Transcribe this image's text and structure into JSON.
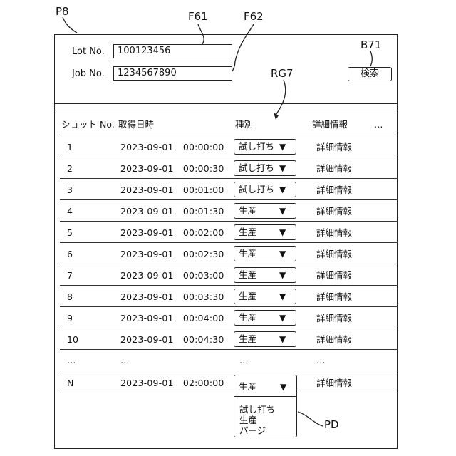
{
  "callouts": {
    "p8": "P8",
    "f61": "F61",
    "f62": "F62",
    "b71": "B71",
    "rg7": "RG7",
    "pd": "PD"
  },
  "form": {
    "lot_label": "Lot No.",
    "lot_value": "100123456",
    "job_label": "Job No.",
    "job_value": "1234567890",
    "search_button": "検索"
  },
  "table": {
    "headers": {
      "shot_no": "ショット No.",
      "datetime": "取得日時",
      "type": "種別",
      "details": "詳細情報",
      "more": "…"
    },
    "rows": [
      {
        "no": "1",
        "datetime": "2023-09-01 00:00:00",
        "type": "試し打ち",
        "details": "詳細情報"
      },
      {
        "no": "2",
        "datetime": "2023-09-01 00:00:30",
        "type": "試し打ち",
        "details": "詳細情報"
      },
      {
        "no": "3",
        "datetime": "2023-09-01 00:01:00",
        "type": "試し打ち",
        "details": "詳細情報"
      },
      {
        "no": "4",
        "datetime": "2023-09-01 00:01:30",
        "type": "生産",
        "details": "詳細情報"
      },
      {
        "no": "5",
        "datetime": "2023-09-01 00:02:00",
        "type": "生産",
        "details": "詳細情報"
      },
      {
        "no": "6",
        "datetime": "2023-09-01 00:02:30",
        "type": "生産",
        "details": "詳細情報"
      },
      {
        "no": "7",
        "datetime": "2023-09-01 00:03:00",
        "type": "生産",
        "details": "詳細情報"
      },
      {
        "no": "8",
        "datetime": "2023-09-01 00:03:30",
        "type": "生産",
        "details": "詳細情報"
      },
      {
        "no": "9",
        "datetime": "2023-09-01 00:04:00",
        "type": "生産",
        "details": "詳細情報"
      },
      {
        "no": "10",
        "datetime": "2023-09-01 00:04:30",
        "type": "生産",
        "details": "詳細情報"
      }
    ],
    "ellipsis_row": {
      "no": "…",
      "datetime": "…",
      "type": "…",
      "details": "…"
    },
    "last_row": {
      "no": "N",
      "datetime": "2023-09-01 02:00:00",
      "type": "生産",
      "details": "詳細情報"
    },
    "dropdown_arrow": "▼",
    "dropdown_options": [
      "試し打ち",
      "生産",
      "パージ"
    ]
  },
  "icons": {
    "dropdown": "triangle-down"
  }
}
